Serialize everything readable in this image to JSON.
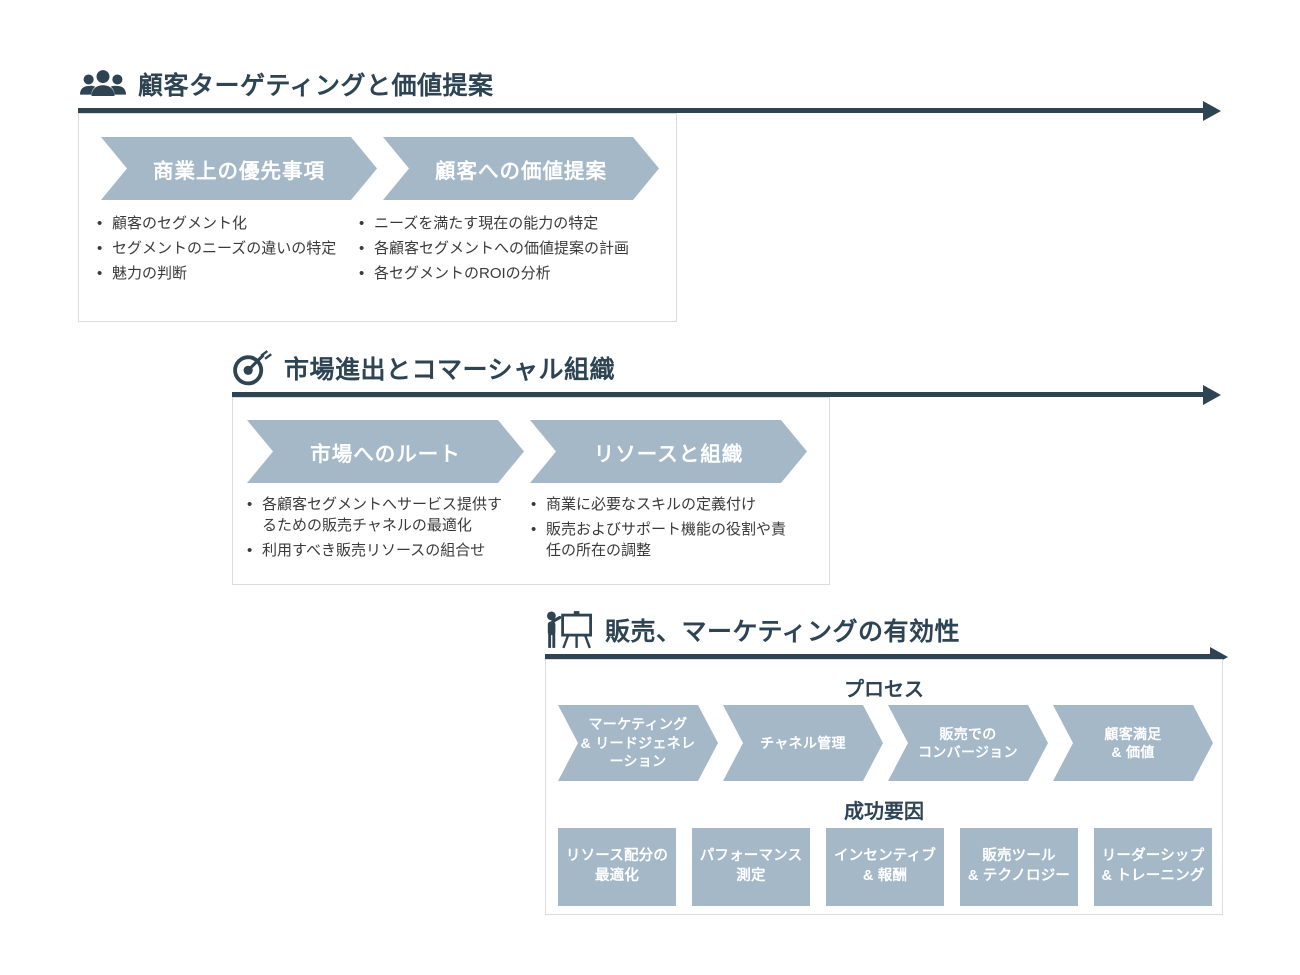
{
  "colors": {
    "dark_slate": "#2E4453",
    "chevron_fill": "#A4B8C8",
    "panel_border": "#DCDCDC",
    "body_text": "#3A3A3A",
    "background": "#FFFFFF"
  },
  "sections": [
    {
      "title": "顧客ターゲティングと価値提案",
      "icon": "people-group-icon",
      "columns": [
        {
          "chevron": "商業上の優先事項",
          "bullets": [
            "顧客のセグメント化",
            "セグメントのニーズの違いの特定",
            "魅力の判断"
          ]
        },
        {
          "chevron": "顧客への価値提案",
          "bullets": [
            "ニーズを満たす現在の能力の特定",
            "各顧客セグメントへの価値提案の計画",
            "各セグメントのROIの分析"
          ]
        }
      ]
    },
    {
      "title": "市場進出とコマーシャル組織",
      "icon": "target-arrow-icon",
      "columns": [
        {
          "chevron": "市場へのルート",
          "bullets": [
            "各顧客セグメントへサービス提供するための販売チャネルの最適化",
            "利用すべき販売リソースの組合せ"
          ]
        },
        {
          "chevron": "リソースと組織",
          "bullets": [
            "商業に必要なスキルの定義付け",
            "販売およびサポート機能の役割や責任の所在の調整"
          ]
        }
      ]
    },
    {
      "title": "販売、マーケティングの有効性",
      "icon": "presenter-easel-icon",
      "process_label": "プロセス",
      "process_steps": [
        {
          "lines": [
            "マーケティング",
            "& リードジェネレ",
            "ーション"
          ]
        },
        {
          "lines": [
            "チャネル管理"
          ]
        },
        {
          "lines": [
            "販売での",
            "コンバージョン"
          ]
        },
        {
          "lines": [
            "顧客満足",
            "& 価値"
          ]
        }
      ],
      "success_label": "成功要因",
      "success_factors": [
        {
          "lines": [
            "リソース配分の",
            "最適化"
          ]
        },
        {
          "lines": [
            "パフォーマンス",
            "測定"
          ]
        },
        {
          "lines": [
            "インセンティブ",
            "& 報酬"
          ]
        },
        {
          "lines": [
            "販売ツール",
            "& テクノロジー"
          ]
        },
        {
          "lines": [
            "リーダーシップ",
            "& トレーニング"
          ]
        }
      ]
    }
  ]
}
